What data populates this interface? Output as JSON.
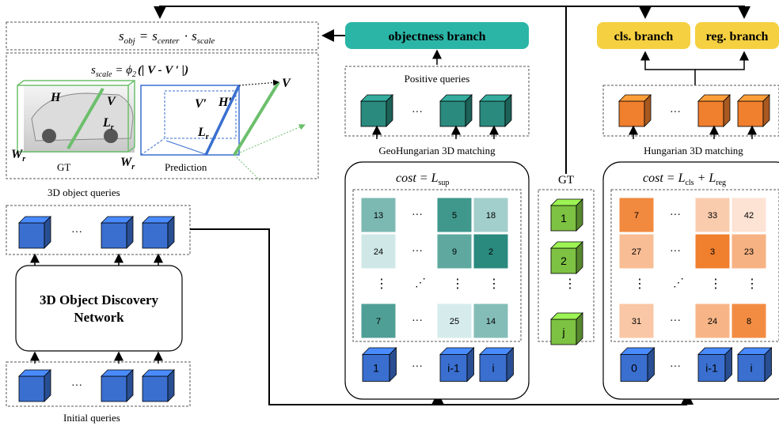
{
  "formula": {
    "s_obj": "s",
    "s_obj_sub": "obj",
    "eq": "=",
    "s_center": "s",
    "s_center_sub": "center",
    "dot": "·",
    "s_scale": "s",
    "s_scale_sub": "scale"
  },
  "scale_formula": {
    "lhs": "s",
    "lhs_sub": "scale",
    "rhs": "= ϕ",
    "rhs_sub": "2",
    "args": "(|  V - V ′  |)"
  },
  "left_panel": {
    "gt_label": "GT",
    "prediction_label": "Prediction",
    "H": "H",
    "V": "V",
    "L": "L",
    "L_sub": "r",
    "W": "W",
    "W_sub": "r",
    "V_prime": "V′",
    "H_prime": "H′",
    "L_prime": "L",
    "L_prime_sub": "r",
    "W_prime": "W",
    "W_prime_sub": "r",
    "V_outer": "V"
  },
  "object_queries_label": "3D object queries",
  "network_label_line1": "3D Object Discovery",
  "network_label_line2": "Network",
  "initial_queries_label": "Initial queries",
  "dots": "···",
  "objectness_branch": "objectness branch",
  "cls_branch": "cls. branch",
  "reg_branch": "reg. branch",
  "positive_queries": "Positive queries",
  "geo_matching": "GeoHungarian 3D matching",
  "hungarian_matching": "Hungarian 3D matching",
  "gt_column_label": "GT",
  "cost_left": {
    "prefix": "cost = L",
    "sub": "sup"
  },
  "cost_right": {
    "prefix": "cost = L",
    "sub1": "cls",
    "mid": " + L",
    "sub2": "reg"
  },
  "matrix_left": [
    [
      "13",
      "",
      "5",
      "18"
    ],
    [
      "24",
      "",
      "9",
      "2"
    ],
    [
      "7",
      "",
      "25",
      "14"
    ]
  ],
  "matrix_right": [
    [
      "7",
      "",
      "33",
      "42"
    ],
    [
      "27",
      "",
      "3",
      "23"
    ],
    [
      "31",
      "",
      "24",
      "8"
    ]
  ],
  "gt_cubes": [
    "1",
    "2",
    "j"
  ],
  "query_cubes": [
    "1",
    "i-1",
    "i"
  ],
  "query_cubes_right": [
    "0",
    "i-1",
    "i"
  ],
  "vdots": "⋮",
  "ddots": "⋰",
  "colors": {
    "teal": "#2bb5a6",
    "yellow": "#f5d041",
    "blue_cube": "#3a6fd0",
    "green_cube": "#7dc242",
    "teal_cube": "#2a8a7e",
    "orange_cube": "#f07f2e"
  }
}
